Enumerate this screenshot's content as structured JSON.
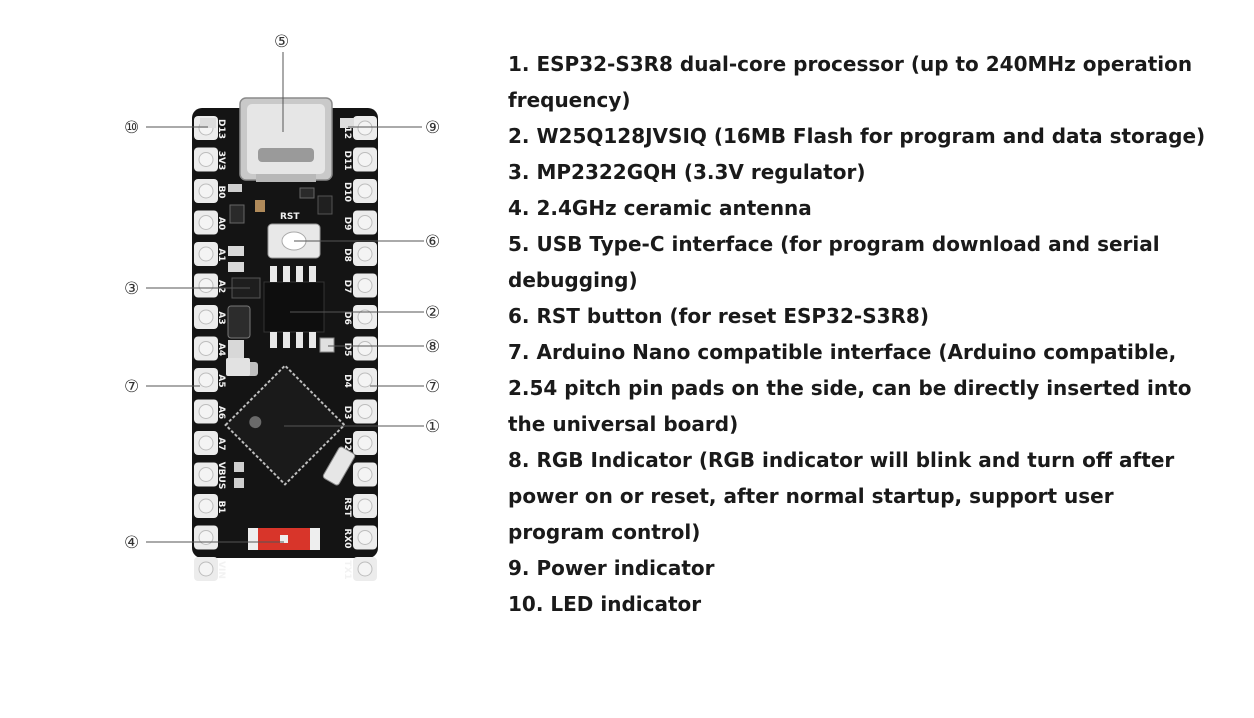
{
  "diagram": {
    "callouts": {
      "c1": "①",
      "c2": "②",
      "c3": "③",
      "c4": "④",
      "c5": "⑤",
      "c6": "⑥",
      "c7_left": "⑦",
      "c7_right": "⑦",
      "c8": "⑧",
      "c9": "⑨",
      "c10": "⑩"
    },
    "left_pins": [
      "D13",
      "3V3",
      "B0",
      "A0",
      "A1",
      "A2",
      "A3",
      "A4",
      "A5",
      "A6",
      "A7",
      "VBUS",
      "B1",
      "",
      "VIN"
    ],
    "right_pins": [
      "D12",
      "D11",
      "D10",
      "D9",
      "D8",
      "D7",
      "D6",
      "D5",
      "D4",
      "D3",
      "D2",
      "",
      "RST",
      "RX0",
      "TX1"
    ],
    "rst_label": "RST",
    "colors": {
      "pcb": "#141414",
      "pad": "#ececec",
      "pad_hole": "#f4f4f4",
      "antenna": "#d8352a",
      "callout_line": "#555555"
    }
  },
  "legend": {
    "items": [
      "1. ESP32-S3R8 dual-core processor (up to 240MHz operation frequency)",
      "2. W25Q128JVSIQ (16MB Flash for program and data storage)",
      "3. MP2322GQH (3.3V regulator)",
      "4. 2.4GHz ceramic antenna",
      "5. USB Type-C interface (for program download and serial debugging)",
      "6. RST button (for reset ESP32-S3R8)",
      "7. Arduino Nano compatible interface (Arduino compatible, 2.54 pitch pin pads on the side, can be directly inserted into the universal board)",
      "8. RGB Indicator (RGB indicator will blink and turn off after power on or reset, after normal startup, support user program control)",
      "9. Power indicator",
      "10. LED indicator"
    ]
  }
}
